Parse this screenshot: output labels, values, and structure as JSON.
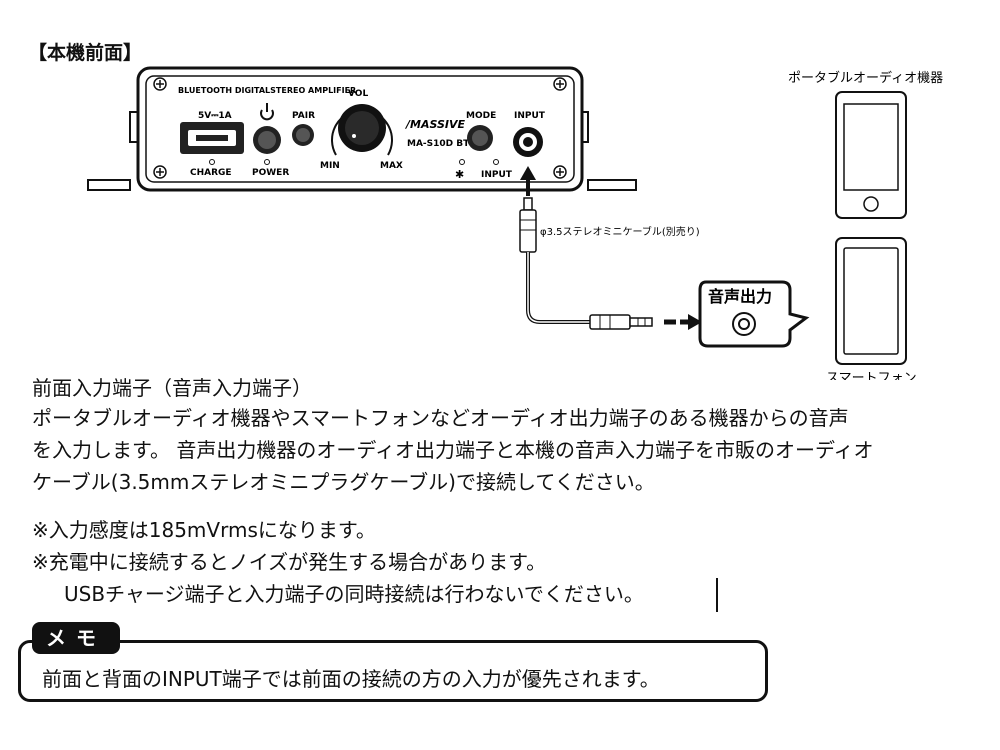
{
  "section_title": "【本機前面】",
  "device": {
    "model_banner": "BLUETOOTH DIGITALSTEREO AMPLIFIER",
    "port_label": "5V⎓1A",
    "charge_label": "CHARGE",
    "power_label": "POWER",
    "pair_label": "PAIR",
    "vol_label": "VOL",
    "min_label": "MIN",
    "max_label": "MAX",
    "brand": "/MASSIVE",
    "model": "MA-S10D BT",
    "mode_label": "MODE",
    "input_label": "INPUT",
    "input_indicator_label": "INPUT"
  },
  "cable_label": "φ3.5ステレオミニケーブル(別売り)",
  "audio_out_label": "音声出力",
  "portable_label": "ポータブルオーディオ機器",
  "smartphone_label": "スマートフォン",
  "heading": "前面入力端子（音声入力端子）",
  "description_lines": [
    "ポータブルオーディオ機器やスマートフォンなどオーディオ出力端子のある機器からの音声",
    "を入力します。 音声出力機器のオーディオ出力端子と本機の音声入力端子を市販のオーディオ",
    "ケーブル(3.5mmステレオミニプラグケーブル)で接続してください。"
  ],
  "notes": [
    "※入力感度は185mVrmsになります。",
    "※充電中に接続するとノイズが発生する場合があります。",
    "USBチャージ端子と入力端子の同時接続は行わないでください。"
  ],
  "memo": {
    "tag": "メモ",
    "text": "前面と背面のINPUT端子では前面の接続の方の入力が優先されます。"
  }
}
